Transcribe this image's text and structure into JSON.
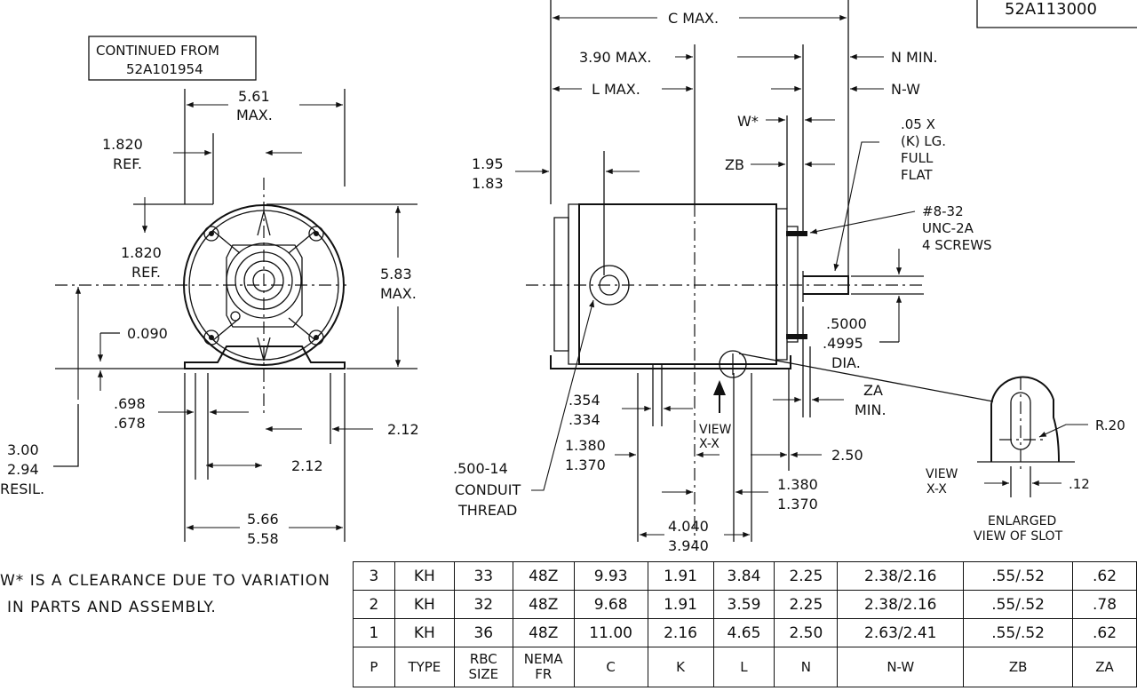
{
  "drawing_number": "52A113000",
  "continued_from": {
    "line1": "CONTINUED FROM",
    "line2": "52A101954"
  },
  "front_view": {
    "width_max": {
      "l1": "5.61",
      "l2": "MAX."
    },
    "ref_top": {
      "l1": "1.820",
      "l2": "REF."
    },
    "ref_mid": {
      "l1": "1.820",
      "l2": "REF."
    },
    "height_max": {
      "l1": "5.83",
      "l2": "MAX."
    },
    "offset": "0.090",
    "slot": {
      "l1": ".698",
      "l2": ".678"
    },
    "resil": {
      "l1": "3.00",
      "l2": "2.94",
      "l3": "RESIL."
    },
    "half_base_right": "2.12",
    "half_base_left": "2.12",
    "base_width": {
      "l1": "5.66",
      "l2": "5.58"
    }
  },
  "side_view": {
    "c_max": "C MAX.",
    "dim_390": "3.90 MAX.",
    "l_max": "L MAX.",
    "n_min": "N MIN.",
    "n_w": "N-W",
    "w_star": "W*",
    "zb": "ZB",
    "flat": {
      "l1": ".05 X",
      "l2": "(K) LG.",
      "l3": "FULL",
      "l4": "FLAT"
    },
    "screws": {
      "l1": "#8-32",
      "l2": "UNC-2A",
      "l3": "4 SCREWS"
    },
    "height_195": {
      "l1": "1.95",
      "l2": "1.83"
    },
    "shaft": {
      "l1": ".5000",
      "l2": ".4995",
      "l3": "DIA."
    },
    "za": {
      "l1": "ZA",
      "l2": "MIN."
    },
    "d354": {
      "l1": ".354",
      "l2": ".334"
    },
    "d1380a": {
      "l1": "1.380",
      "l2": "1.370"
    },
    "view_xx": {
      "l1": "VIEW",
      "l2": "X-X"
    },
    "d250": "2.50",
    "d1380b": {
      "l1": "1.380",
      "l2": "1.370"
    },
    "d4040": {
      "l1": "4.040",
      "l2": "3.940"
    },
    "conduit": {
      "l1": ".500-14",
      "l2": "CONDUIT",
      "l3": "THREAD"
    }
  },
  "slot_detail": {
    "r20": "R.20",
    "view_xx": {
      "l1": "VIEW",
      "l2": "X-X"
    },
    "d12": ".12",
    "caption": {
      "l1": "ENLARGED",
      "l2": "VIEW OF SLOT"
    }
  },
  "notes": {
    "line1": "W* IS A CLEARANCE DUE TO VARIATION",
    "line2": "IN PARTS AND ASSEMBLY."
  },
  "table": {
    "rows": [
      [
        "3",
        "KH",
        "33",
        "48Z",
        "9.93",
        "1.91",
        "3.84",
        "2.25",
        "2.38/2.16",
        ".55/.52",
        ".62"
      ],
      [
        "2",
        "KH",
        "32",
        "48Z",
        "9.68",
        "1.91",
        "3.59",
        "2.25",
        "2.38/2.16",
        ".55/.52",
        ".78"
      ],
      [
        "1",
        "KH",
        "36",
        "48Z",
        "11.00",
        "2.16",
        "4.65",
        "2.50",
        "2.63/2.41",
        ".55/.52",
        ".62"
      ]
    ],
    "header": [
      [
        "P"
      ],
      [
        "TYPE"
      ],
      [
        "RBC",
        "SIZE"
      ],
      [
        "NEMA",
        "FR"
      ],
      [
        "C"
      ],
      [
        "K"
      ],
      [
        "L"
      ],
      [
        "N"
      ],
      [
        "N-W"
      ],
      [
        "ZB"
      ],
      [
        "ZA"
      ]
    ]
  }
}
